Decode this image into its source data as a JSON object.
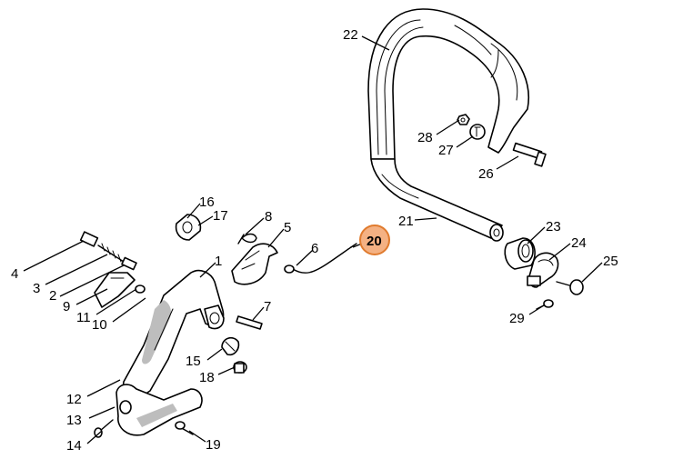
{
  "diagram": {
    "highlight_color": "#f4b183",
    "labels": [
      {
        "id": "1",
        "text": "1"
      },
      {
        "id": "2",
        "text": "2"
      },
      {
        "id": "3",
        "text": "3"
      },
      {
        "id": "4",
        "text": "4"
      },
      {
        "id": "5",
        "text": "5"
      },
      {
        "id": "6",
        "text": "6"
      },
      {
        "id": "7",
        "text": "7"
      },
      {
        "id": "8",
        "text": "8"
      },
      {
        "id": "9",
        "text": "9"
      },
      {
        "id": "10",
        "text": "10"
      },
      {
        "id": "11",
        "text": "11"
      },
      {
        "id": "12",
        "text": "12"
      },
      {
        "id": "13",
        "text": "13"
      },
      {
        "id": "14",
        "text": "14"
      },
      {
        "id": "15",
        "text": "15"
      },
      {
        "id": "16",
        "text": "16"
      },
      {
        "id": "17",
        "text": "17"
      },
      {
        "id": "18",
        "text": "18"
      },
      {
        "id": "19",
        "text": "19"
      },
      {
        "id": "20",
        "text": "20",
        "highlighted": true
      },
      {
        "id": "21",
        "text": "21"
      },
      {
        "id": "22",
        "text": "22"
      },
      {
        "id": "23",
        "text": "23"
      },
      {
        "id": "24",
        "text": "24"
      },
      {
        "id": "25",
        "text": "25"
      },
      {
        "id": "26",
        "text": "26"
      },
      {
        "id": "27",
        "text": "27"
      },
      {
        "id": "28",
        "text": "28"
      },
      {
        "id": "29",
        "text": "29"
      }
    ]
  }
}
